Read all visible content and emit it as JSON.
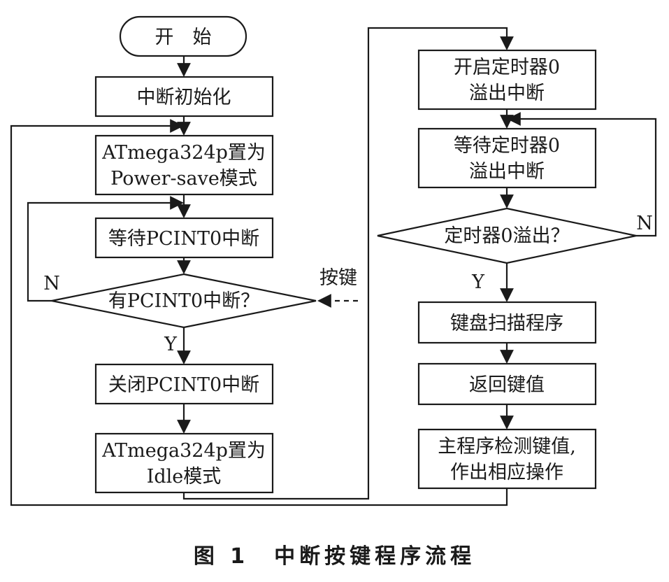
{
  "nodes": {
    "start": "开　始",
    "init": "中断初始化",
    "power_save": [
      "ATmega324p置为",
      "Power-save模式"
    ],
    "wait_pcint0": "等待PCINT0中断",
    "has_pcint0": "有PCINT0中断？",
    "close_pcint0": "关闭PCINT0中断",
    "idle_mode": [
      "ATmega324p置为",
      "Idle模式"
    ],
    "enable_timer": [
      "开启定时器0",
      "溢出中断"
    ],
    "wait_timer": [
      "等待定时器0",
      "溢出中断"
    ],
    "timer_overflow": "定时器0溢出？",
    "scan_keyboard": "键盘扫描程序",
    "return_key": "返回键值",
    "main_detect": [
      "主程序检测键值,",
      "作出相应操作"
    ]
  },
  "labels": {
    "left_no": "N",
    "left_yes": "Y",
    "key_press": "按键",
    "right_no": "N",
    "right_yes": "Y"
  },
  "caption": "图 1　中断按键程序流程"
}
